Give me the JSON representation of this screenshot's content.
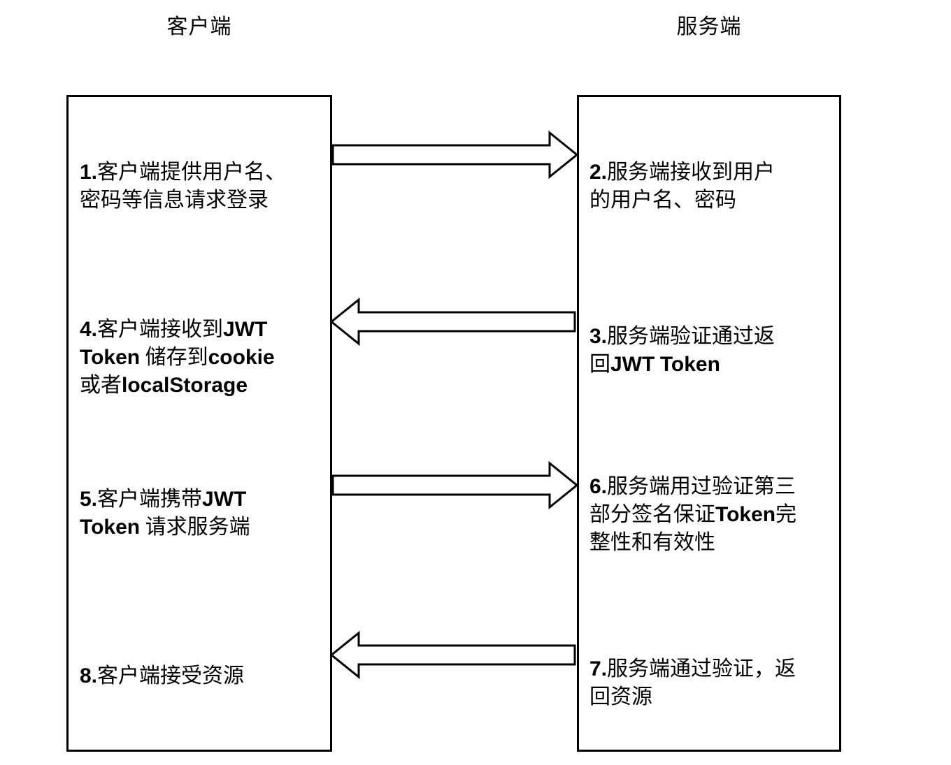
{
  "diagram": {
    "title_left": "客户端",
    "title_right": "服务端",
    "background_color": "#ffffff",
    "line_color": "#000000",
    "columns": [
      {
        "name": "client",
        "header": "客户端",
        "steps": [
          {
            "id": "1",
            "number": "1.",
            "text": "客户端提供用户名、\n密码等信息请求登录"
          },
          {
            "id": "4",
            "number": "4.",
            "text": "客户端接收到JWT\nToken 储存到cookie\n或者localStorage"
          },
          {
            "id": "5",
            "number": "5.",
            "text": "客户端携带JWT\nToken 请求服务端"
          },
          {
            "id": "8",
            "number": "8.",
            "text": "客户端接受资源"
          }
        ]
      },
      {
        "name": "server",
        "header": "服务端",
        "steps": [
          {
            "id": "2",
            "number": "2.",
            "text": "服务端接收到用户\n的用户名、密码"
          },
          {
            "id": "3",
            "number": "3.",
            "text": "服务端验证通过返\n回JWT Token"
          },
          {
            "id": "6",
            "number": "6.",
            "text": "服务端用过验证第三\n部分签名保证Token完\n整性和有效性"
          },
          {
            "id": "7",
            "number": "7.",
            "text": "服务端通过验证，返\n回资源"
          }
        ]
      }
    ],
    "arrows": [
      {
        "name": "arrow-client-to-server-login",
        "direction": "right",
        "from": "1",
        "to": "2"
      },
      {
        "name": "arrow-server-to-client-token",
        "direction": "left",
        "from": "3",
        "to": "4"
      },
      {
        "name": "arrow-client-to-server-request",
        "direction": "right",
        "from": "5",
        "to": "6"
      },
      {
        "name": "arrow-server-to-client-resource",
        "direction": "left",
        "from": "7",
        "to": "8"
      }
    ]
  }
}
